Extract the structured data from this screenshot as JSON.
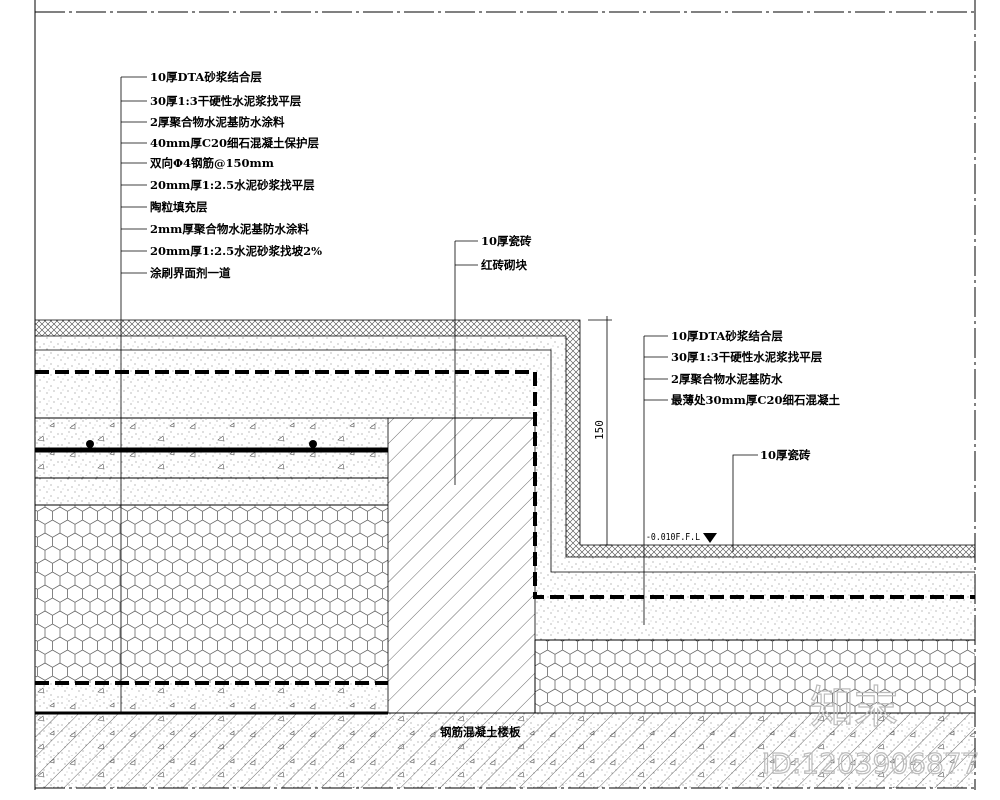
{
  "left_callouts": [
    "10厚DTA砂浆结合层",
    "30厚1:3干硬性水泥浆找平层",
    "2厚聚合物水泥基防水涂料",
    "40mm厚C20细石混凝土保护层",
    "双向Φ4钢筋@150mm",
    "20mm厚1:2.5水泥砂浆找平层",
    "陶粒填充层",
    "2mm厚聚合物水泥基防水涂料",
    "20mm厚1:2.5水泥砂浆找坡2%",
    "涂刷界面剂一道"
  ],
  "middle_callouts": [
    "10厚瓷砖",
    "红砖砌块"
  ],
  "right_callouts": [
    "10厚DTA砂浆结合层",
    "30厚1:3干硬性水泥浆找平层",
    "2厚聚合物水泥基防水",
    "最薄处30mm厚C20细石混凝土"
  ],
  "right_tile_label": "10厚瓷砖",
  "dimension": "150",
  "level_mark": "-0.010F.F.L",
  "slab_label": "钢筋混凝土楼板",
  "watermark": {
    "logo": "知末",
    "id": "ID:1203906877"
  },
  "colors": {
    "line": "#000000",
    "watermark": "#bbbbbb"
  }
}
